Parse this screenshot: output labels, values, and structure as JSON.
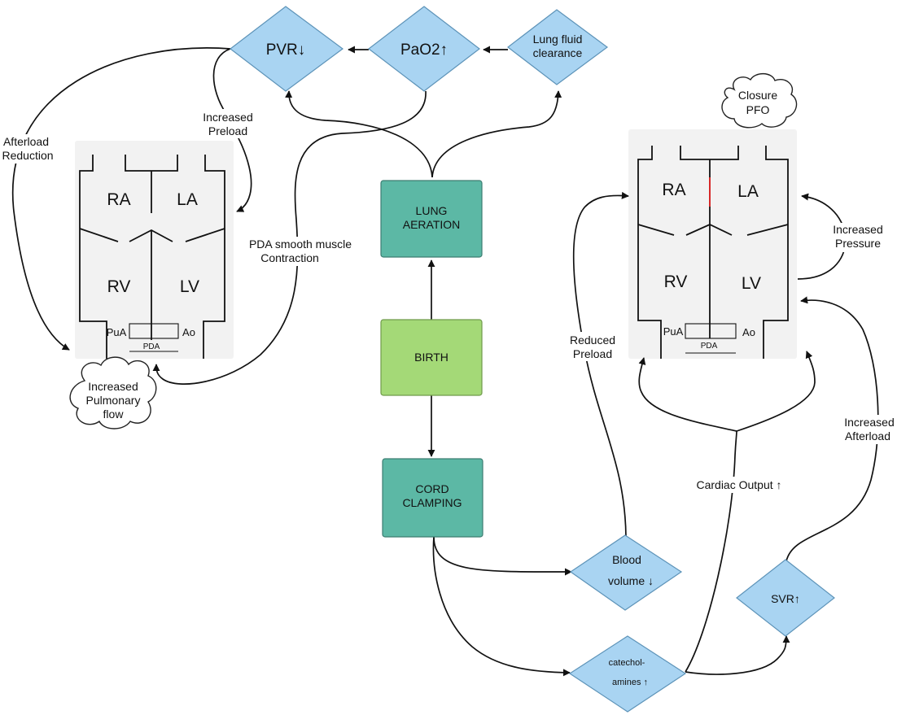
{
  "nodes": {
    "birth": "BIRTH",
    "lung_aeration": [
      "LUNG",
      "AERATION"
    ],
    "cord_clamping": [
      "CORD",
      "CLAMPING"
    ],
    "pvr": "PVR↓",
    "pao2": "PaO2↑",
    "lung_fluid": [
      "Lung fluid",
      "clearance"
    ],
    "blood_volume": [
      "Blood",
      "volume ↓"
    ],
    "catecholamines": [
      "catechol-",
      "amines ↑"
    ],
    "svr": "SVR↑"
  },
  "clouds": {
    "pulmonary_flow": [
      "Increased",
      "Pulmonary",
      "flow"
    ],
    "closure_pfo": [
      "Closure",
      "PFO"
    ]
  },
  "heart_labels": {
    "ra": "RA",
    "la": "LA",
    "rv": "RV",
    "lv": "LV",
    "pua": "PuA",
    "ao": "Ao",
    "pda": "PDA"
  },
  "edge_labels": {
    "afterload_reduction": [
      "Afterload",
      "Reduction"
    ],
    "increased_preload": [
      "Increased",
      "Preload"
    ],
    "pda_contraction": [
      "PDA smooth muscle",
      "Contraction"
    ],
    "reduced_preload": [
      "Reduced",
      "Preload"
    ],
    "increased_pressure": [
      "Increased",
      "Pressure"
    ],
    "cardiac_output": "Cardiac Output ↑",
    "increased_afterload": [
      "Increased",
      "Afterload"
    ]
  },
  "colors": {
    "diamond_fill": "#a9d4f2",
    "diamond_stroke": "#5d93b8",
    "dark_box_fill": "#5cb8a5",
    "dark_box_stroke": "#3c7d71",
    "light_box_fill": "#a4d977",
    "light_box_stroke": "#6f9a4b",
    "heart_bg": "#f2f2f2",
    "pfo_mark": "#d62828"
  }
}
